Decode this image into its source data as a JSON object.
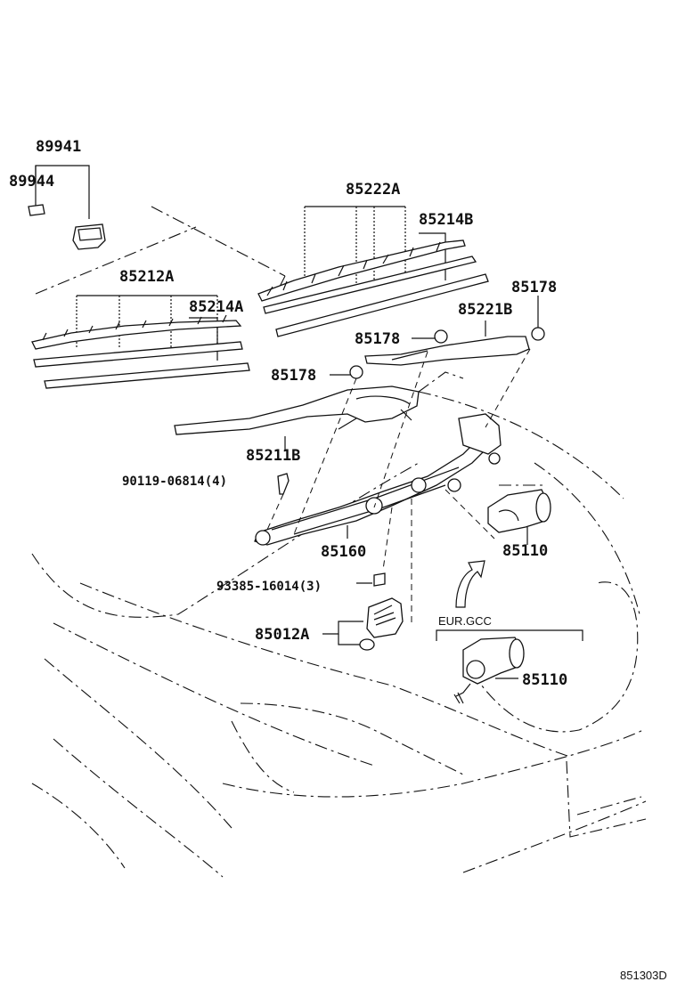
{
  "labels": {
    "p89941": "89941",
    "p89944": "89944",
    "p85222A": "85222A",
    "p85214B": "85214B",
    "p85212A": "85212A",
    "p85214A": "85214A",
    "p85178_top": "85178",
    "p85221B": "85221B",
    "p85178_mid": "85178",
    "p85178_left": "85178",
    "p85211B": "85211B",
    "p90119": "90119-06814(4)",
    "p85160": "85160",
    "p85110_a": "85110",
    "p93385": "93385-16014(3)",
    "p85012A": "85012A",
    "region": "EUR.GCC",
    "p85110_b": "85110",
    "diagram_code": "851303D"
  }
}
